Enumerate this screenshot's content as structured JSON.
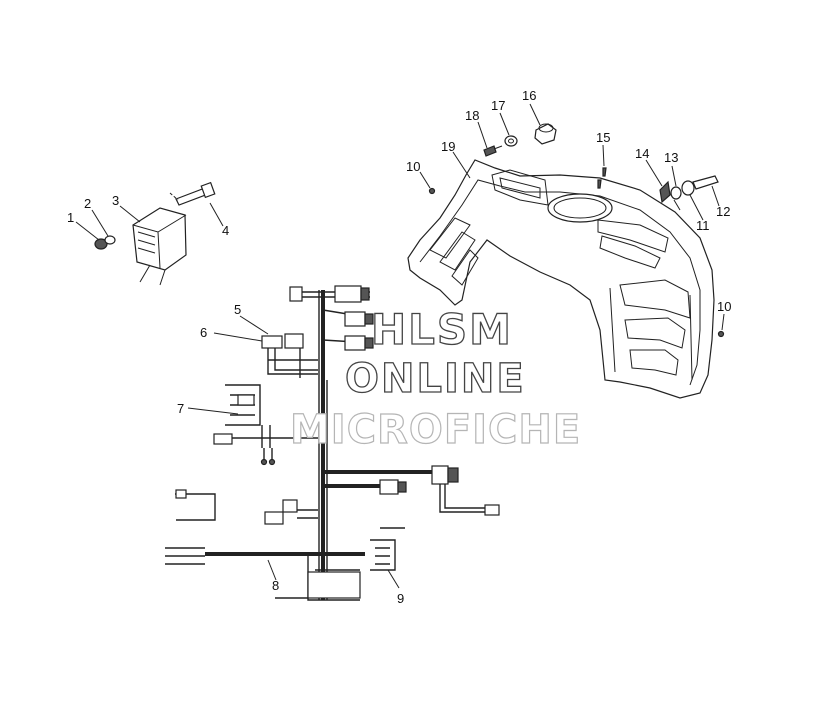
{
  "callouts": {
    "c1": "1",
    "c2": "2",
    "c3": "3",
    "c4": "4",
    "c5": "5",
    "c6": "6",
    "c7": "7",
    "c8": "8",
    "c9": "9",
    "c10a": "10",
    "c10b": "10",
    "c11": "11",
    "c12": "12",
    "c13": "13",
    "c14": "14",
    "c15": "15",
    "c16": "16",
    "c17": "17",
    "c18": "18",
    "c19": "19"
  },
  "watermark": {
    "line1": "HLSM",
    "line2": "ONLINE",
    "line3": "MICROFICHE"
  },
  "colors": {
    "ink": "#222222",
    "background": "#ffffff"
  }
}
